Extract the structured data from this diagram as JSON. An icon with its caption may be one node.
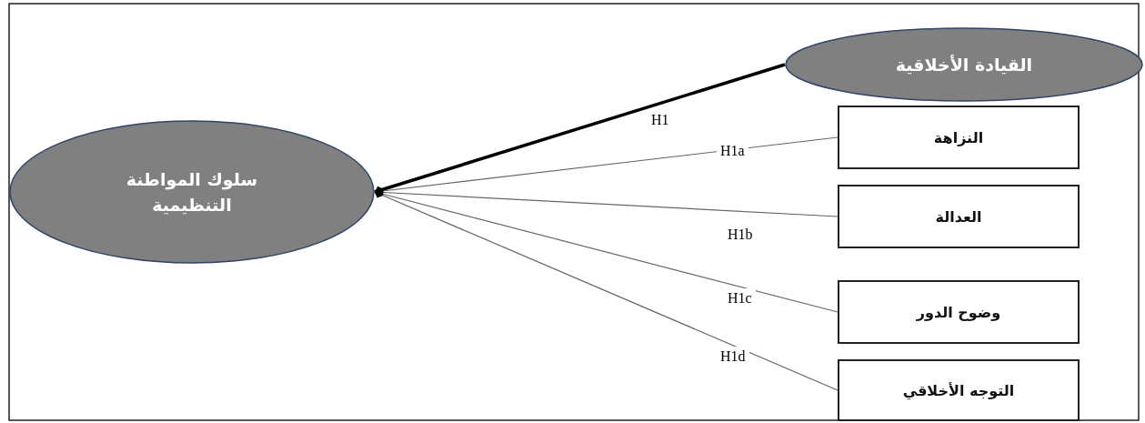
{
  "diagram": {
    "nodes": [
      {
        "text": [
          "سلوك المواطنة التنظيمية"
        ]
      },
      {
        "text": [
          "القيادة الأخلاقية"
        ]
      },
      {
        "text": [
          "النزاهة"
        ]
      },
      {
        "text": [
          "العدالة"
        ]
      },
      {
        "text": [
          "وضوح الدور"
        ]
      },
      {
        "text": [
          "التوجه الأخلاقي"
        ]
      }
    ],
    "edges": [
      {
        "from": 1,
        "to": 0,
        "arrow": "other",
        "label": "H1",
        "style": "thick",
        "color": "#000000"
      },
      {
        "from": 2,
        "to": 0,
        "arrow": "other",
        "label": "H1a"
      },
      {
        "from": 3,
        "to": 0,
        "arrow": "other",
        "label": "H1b"
      },
      {
        "from": 4,
        "to": 0,
        "arrow": "other",
        "label": "H1c"
      },
      {
        "from": 5,
        "to": 0,
        "arrow": "other",
        "label": "H1d"
      }
    ]
  }
}
